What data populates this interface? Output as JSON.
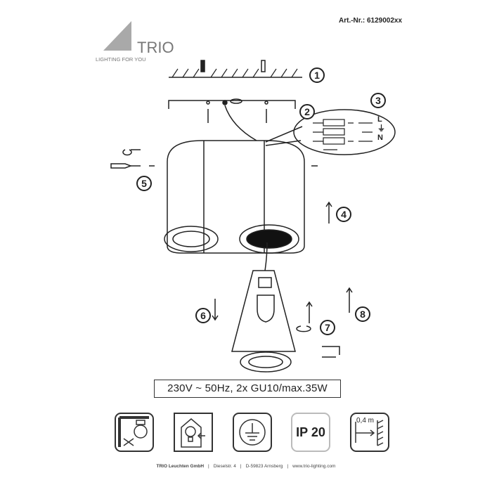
{
  "header": {
    "article_number": "Art.-Nr.: 6129002xx"
  },
  "logo": {
    "brand": "TRIO",
    "tagline": "LIGHTING FOR YOU"
  },
  "steps": [
    "1",
    "2",
    "3",
    "4",
    "5",
    "6",
    "7",
    "8"
  ],
  "wiring": {
    "labels": [
      "L",
      "⏚",
      "N"
    ]
  },
  "spec": "230V ~ 50Hz,  2x GU10/max.35W",
  "symbols": {
    "ip_rating": "IP 20",
    "distance": "0,4 m"
  },
  "footer": [
    "TRIO Leuchten GmbH",
    "|",
    "Dieselstr. 4",
    "|",
    "D-59823 Arnsberg",
    "|",
    "www.trio-lighting.com"
  ]
}
